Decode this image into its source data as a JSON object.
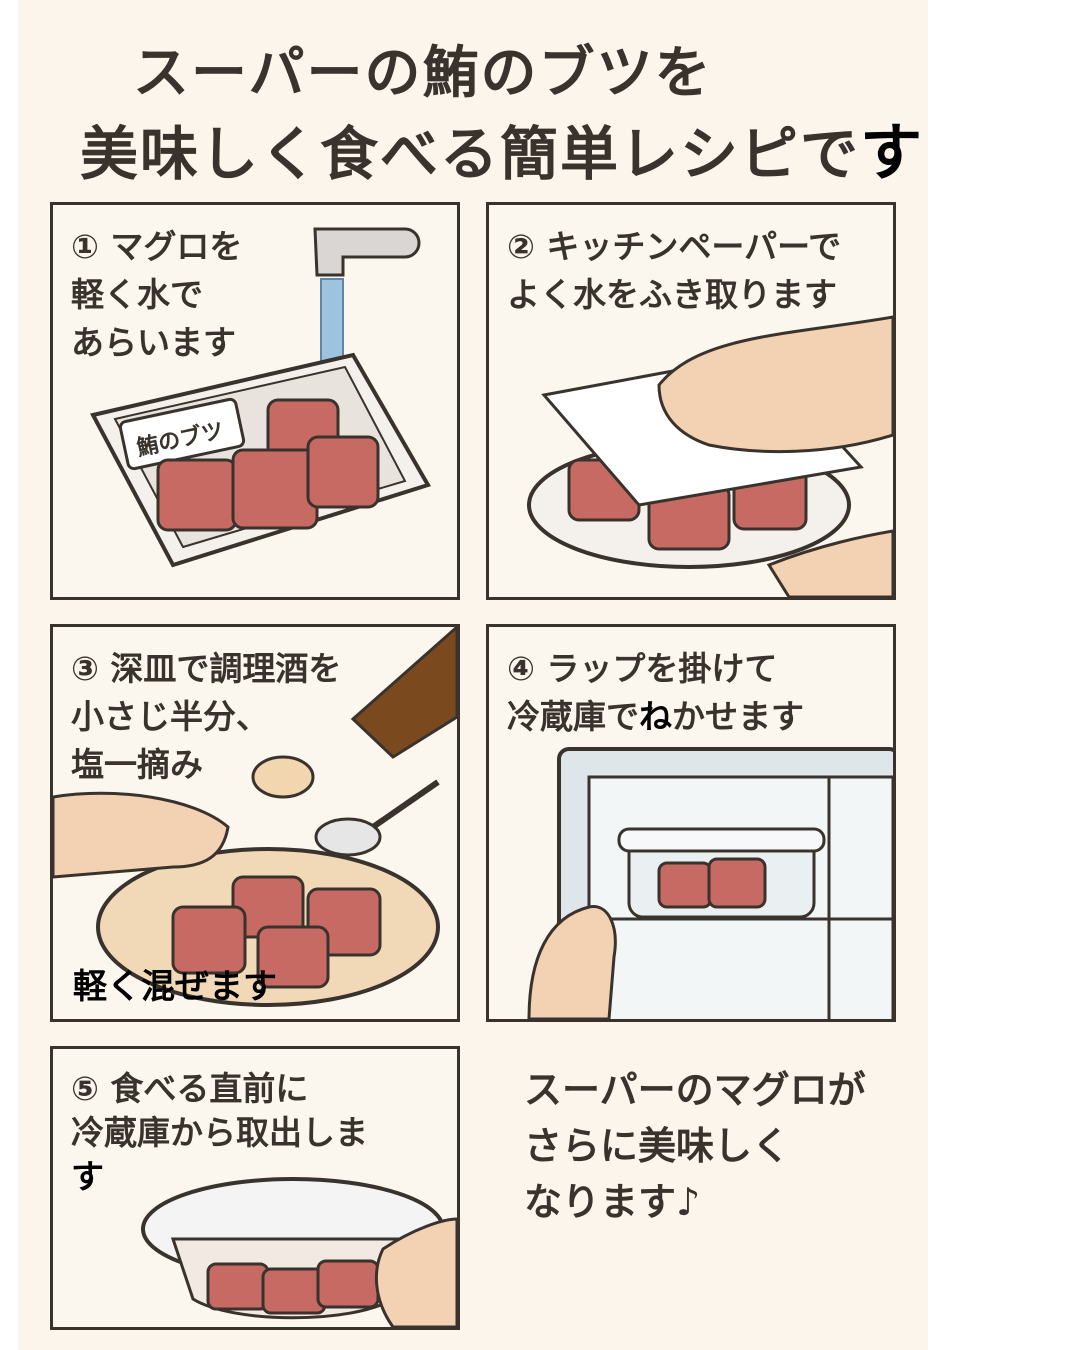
{
  "title": {
    "line1": "スーパーの鮪のブツを",
    "line2_main": "美味しく食べる簡単レシピで",
    "line2_last": "す"
  },
  "steps": [
    {
      "lines": [
        "① マグロを",
        "軽く水で",
        "あらいます"
      ],
      "pack_label": "鮪のブツ"
    },
    {
      "lines": [
        "② キッチンペーパーで",
        "よく水をふき取ります"
      ]
    },
    {
      "lines": [
        "③ 深皿で調理酒を",
        "小さじ半分、",
        "塩一摘み"
      ],
      "overlay": "軽く混ぜます"
    },
    {
      "line1_main": "④ ラップを掛けて",
      "line2_a": "冷蔵庫で",
      "line2_b": "ね",
      "line2_c": "かせます"
    },
    {
      "lines": [
        "⑤ 食べる直前に",
        "冷蔵庫から取出しま",
        "す"
      ]
    }
  ],
  "closing": {
    "lines": [
      "スーパーのマグロが",
      "さらに美味しく",
      "なります♪"
    ]
  },
  "colors": {
    "text": "#3a332d",
    "panel_border": "#3a332d",
    "background": "#fbf5ec",
    "tuna": "#c76a64",
    "skin": "#f3d2b4",
    "water": "#9ec3df"
  }
}
